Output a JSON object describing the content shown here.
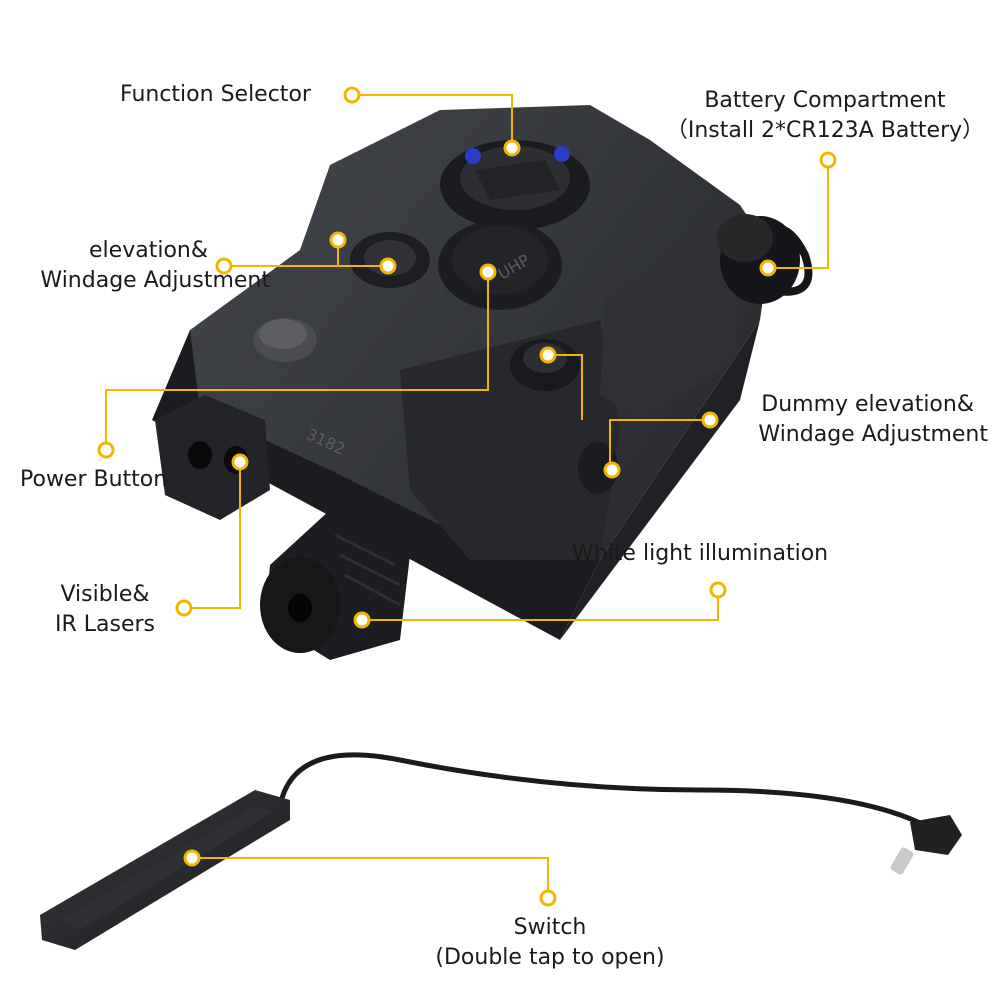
{
  "colors": {
    "leader_line": "#f2b600",
    "marker_fill": "#ffffff",
    "device_body": "#2b2d31",
    "device_dark": "#16171a",
    "device_edge": "#45484e",
    "screw_blue": "#2b3ec8",
    "text": "#1a1a1a"
  },
  "icons": {
    "callout_marker": "ring-dot-marker",
    "device": "laser-aiming-module-illustration",
    "switch": "remote-pressure-switch-illustration"
  },
  "labels": {
    "function_selector": "Function Selector",
    "battery_line1": "Battery Compartment",
    "battery_line2": "（Install 2*CR123A Battery）",
    "elevation_line1": "elevation&",
    "elevation_line2": "Windage Adjustment",
    "dummy_line1": "Dummy elevation&",
    "dummy_line2": "Windage Adjustment",
    "power_button": "Power Button",
    "white_light": "White light illumination",
    "lasers_line1": "Visible&",
    "lasers_line2": "IR Lasers",
    "switch_line1": "Switch",
    "switch_line2": "(Double tap to open)"
  },
  "device_markings": {
    "serial": "3182",
    "panel": "UHP"
  }
}
